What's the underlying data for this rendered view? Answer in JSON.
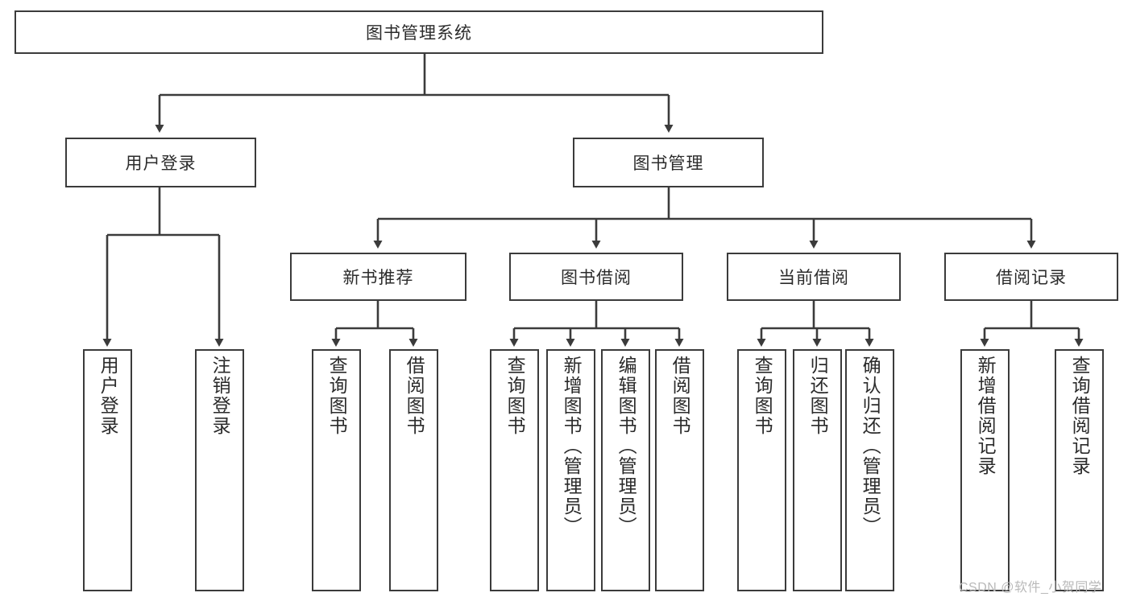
{
  "diagram": {
    "title": "图书管理系统",
    "type": "tree-hierarchy-flowchart",
    "root": {
      "label": "图书管理系统"
    },
    "level2": [
      {
        "label": "用户登录"
      },
      {
        "label": "图书管理"
      }
    ],
    "level3": [
      {
        "label": "新书推荐"
      },
      {
        "label": "图书借阅"
      },
      {
        "label": "当前借阅"
      },
      {
        "label": "借阅记录"
      }
    ],
    "leaves": [
      {
        "label": "用户登录"
      },
      {
        "label": "注销登录"
      },
      {
        "label": "查询图书"
      },
      {
        "label": "借阅图书"
      },
      {
        "label": "查询图书"
      },
      {
        "label": "新增图书（管理员）"
      },
      {
        "label": "编辑图书（管理员）"
      },
      {
        "label": "借阅图书"
      },
      {
        "label": "查询图书"
      },
      {
        "label": "归还图书"
      },
      {
        "label": "确认归还（管理员）"
      },
      {
        "label": "新增借阅记录"
      },
      {
        "label": "查询借阅记录"
      }
    ],
    "watermark": "CSDN @软件_小贺同学",
    "colors": {
      "stroke": "#3b3b3b",
      "text": "#2b2b2b",
      "background": "#ffffff",
      "watermark": "#b9b9b9"
    }
  }
}
